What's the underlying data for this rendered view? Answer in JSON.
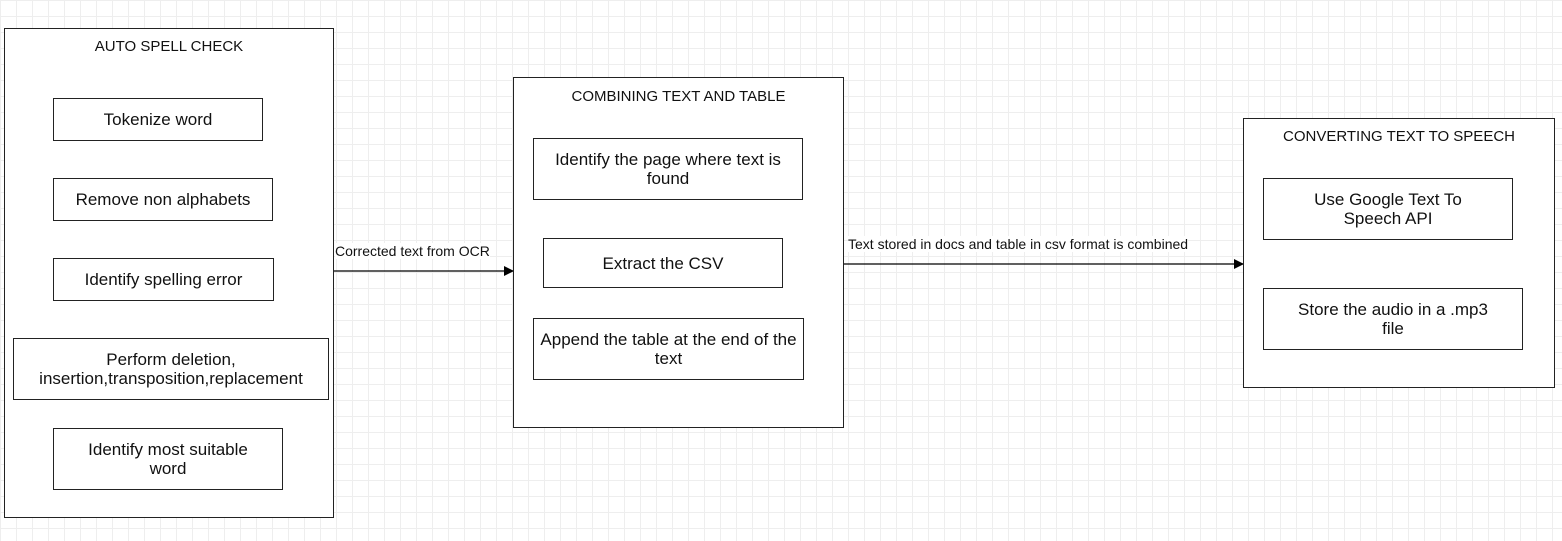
{
  "groups": {
    "spell_check": {
      "title": "AUTO SPELL CHECK",
      "steps": {
        "tokenize": "Tokenize word",
        "remove_non_alpha": "Remove non alphabets",
        "identify_error": "Identify spelling error",
        "perform_ops": "Perform deletion, insertion,transposition,replacement",
        "identify_suitable": "Identify most suitable word"
      }
    },
    "combining": {
      "title": "COMBINING TEXT AND TABLE",
      "steps": {
        "identify_page": "Identify the page where text is found",
        "extract_csv": "Extract the CSV",
        "append_table": "Append the table at the end of the text"
      }
    },
    "tts": {
      "title": "CONVERTING TEXT TO SPEECH",
      "steps": {
        "use_api": "Use Google Text To Speech API",
        "store_audio": "Store the audio in a .mp3 file"
      }
    }
  },
  "edges": {
    "spell_to_combine": "Corrected text from OCR",
    "combine_to_tts": "Text stored in docs and table in csv format is combined"
  }
}
